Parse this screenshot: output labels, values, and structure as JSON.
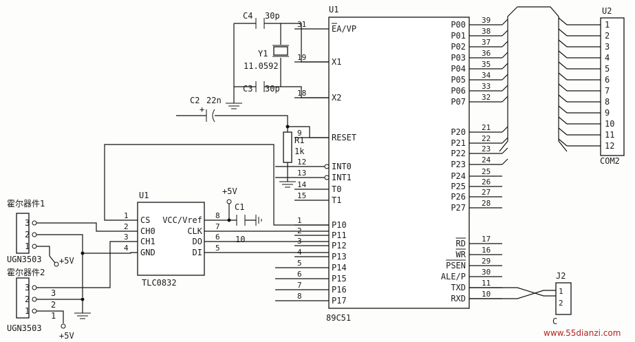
{
  "mcu": {
    "ref": "U1",
    "part": "89C51",
    "left_pins": [
      {
        "num": "31",
        "name": "EA/VP"
      },
      {
        "num": "19",
        "name": "X1"
      },
      {
        "num": "18",
        "name": "X2"
      },
      {
        "num": "9",
        "name": "RESET"
      },
      {
        "num": "12",
        "name": "INT0"
      },
      {
        "num": "13",
        "name": "INT1"
      },
      {
        "num": "14",
        "name": "T0"
      },
      {
        "num": "15",
        "name": "T1"
      },
      {
        "num": "1",
        "name": "P10"
      },
      {
        "num": "2",
        "name": "P11"
      },
      {
        "num": "3",
        "name": "P12"
      },
      {
        "num": "4",
        "name": "P13"
      },
      {
        "num": "5",
        "name": "P14"
      },
      {
        "num": "6",
        "name": "P15"
      },
      {
        "num": "7",
        "name": "P16"
      },
      {
        "num": "8",
        "name": "P17"
      }
    ],
    "right_pins": [
      {
        "num": "39",
        "name": "P00"
      },
      {
        "num": "38",
        "name": "P01"
      },
      {
        "num": "37",
        "name": "P02"
      },
      {
        "num": "36",
        "name": "P03"
      },
      {
        "num": "35",
        "name": "P04"
      },
      {
        "num": "34",
        "name": "P05"
      },
      {
        "num": "33",
        "name": "P06"
      },
      {
        "num": "32",
        "name": "P07"
      },
      {
        "num": "21",
        "name": "P20"
      },
      {
        "num": "22",
        "name": "P21"
      },
      {
        "num": "23",
        "name": "P22"
      },
      {
        "num": "24",
        "name": "P23"
      },
      {
        "num": "25",
        "name": "P24"
      },
      {
        "num": "26",
        "name": "P25"
      },
      {
        "num": "27",
        "name": "P26"
      },
      {
        "num": "28",
        "name": "P27"
      },
      {
        "num": "17",
        "name": "RD"
      },
      {
        "num": "16",
        "name": "WR"
      },
      {
        "num": "29",
        "name": "PSEN"
      },
      {
        "num": "30",
        "name": "ALE/P"
      },
      {
        "num": "11",
        "name": "TXD"
      },
      {
        "num": "10",
        "name": "RXD"
      }
    ]
  },
  "adc": {
    "ref": "U1",
    "part": "TLC0832",
    "left_pins": [
      {
        "num": "1",
        "name": "CS"
      },
      {
        "num": "2",
        "name": "CH0"
      },
      {
        "num": "3",
        "name": "CH1"
      },
      {
        "num": "4",
        "name": "GND"
      }
    ],
    "right_pins": [
      {
        "num": "8",
        "name": "VCC/Vref"
      },
      {
        "num": "7",
        "name": "CLK"
      },
      {
        "num": "6",
        "name": "DO"
      },
      {
        "num": "5",
        "name": "DI"
      }
    ]
  },
  "display": {
    "ref": "U2",
    "part": "COM2",
    "pins": [
      "1",
      "2",
      "3",
      "4",
      "5",
      "6",
      "7",
      "8",
      "9",
      "10",
      "11",
      "12"
    ]
  },
  "connector": {
    "ref": "J2",
    "part": "C",
    "pins": [
      "1",
      "2"
    ]
  },
  "components": {
    "c4": {
      "ref": "C4",
      "value": "30p"
    },
    "c3": {
      "ref": "C3",
      "value": "30p"
    },
    "c2": {
      "ref": "C2",
      "value": "22n"
    },
    "c1": {
      "ref": "C1",
      "value": "10"
    },
    "y1": {
      "ref": "Y1",
      "value": "11.0592"
    },
    "r1": {
      "ref": "R1",
      "value": "1k"
    },
    "vcc": "+5V",
    "plus_sign": "+"
  },
  "sensors": [
    {
      "title": "霍尔器件1",
      "part": "UGN3503",
      "pins": [
        "3",
        "2",
        "1"
      ],
      "supply": "+5V"
    },
    {
      "title": "霍尔器件2",
      "part": "UGN3503",
      "pins": [
        "3",
        "2",
        "1"
      ],
      "supply": "+5V"
    }
  ],
  "net_labels": {
    "sensor2_out": "3",
    "sensor2_gnd": "2",
    "sensor2_vcc": "1"
  },
  "watermark": "www.55dianzi.com"
}
